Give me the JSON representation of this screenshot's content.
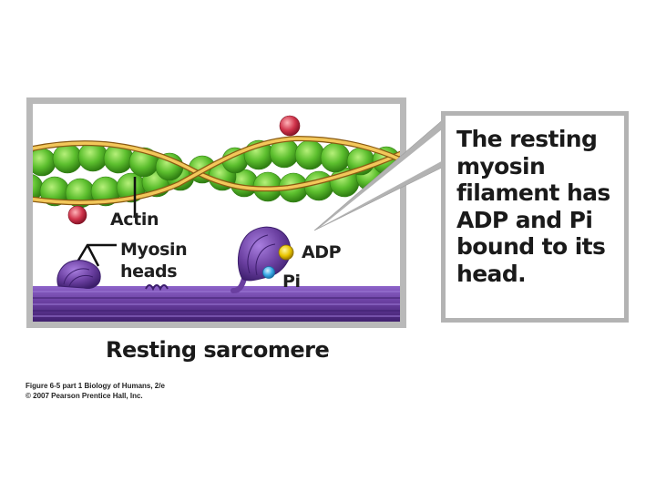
{
  "diagram": {
    "labels": {
      "actin": "Actin",
      "myosin_heads": "Myosin\nheads",
      "adp": "ADP",
      "pi": "Pi"
    },
    "title": "Resting sarcomere",
    "callout_text": "The resting\nmyosin\nfilament has\nADP and Pi\nbound to its\nhead."
  },
  "caption": {
    "line1": "Figure 6-5 part 1  Biology of Humans, 2/e",
    "line2": "© 2007 Pearson Prentice Hall, Inc."
  },
  "colors": {
    "actin_bead": "#5cbf2e",
    "tropomyosin": "#e6b84a",
    "myosin": "#6a3fa0",
    "troponin": "#c0304a",
    "adp": "#e8c400",
    "pi": "#39a9e6"
  }
}
